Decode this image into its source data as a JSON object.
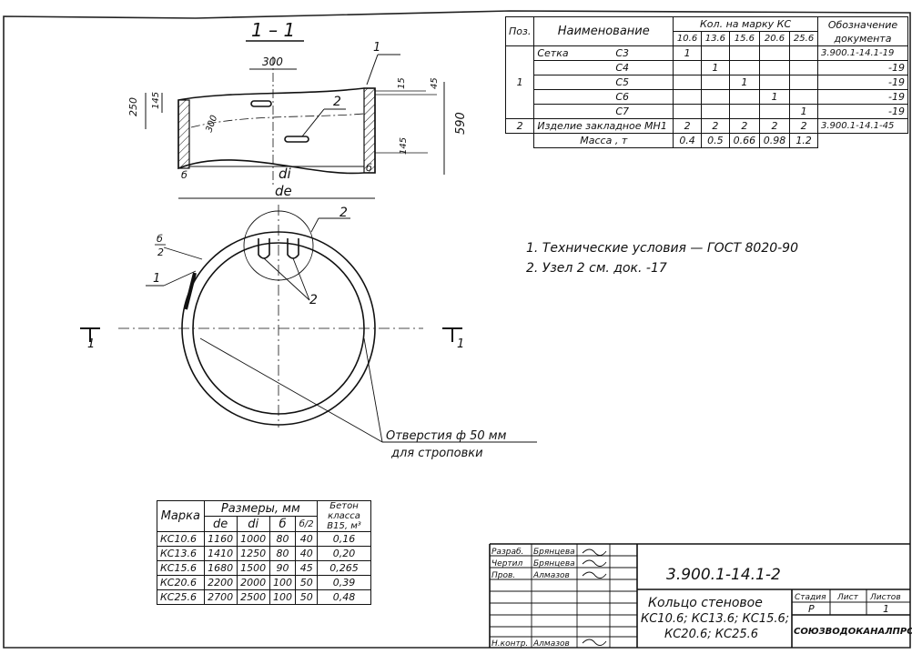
{
  "section_label": "1 – 1",
  "cut_label_left": "1",
  "cut_label_right": "1",
  "dimensions": {
    "d300": "300",
    "d250": "250",
    "d145a": "145",
    "d300s": "300",
    "d15": "15",
    "d45": "45",
    "d590": "590",
    "d145b": "145",
    "di": "di",
    "de": "de",
    "delta": "б",
    "pos1": "1",
    "pos2": "2",
    "pos2b": "2",
    "pos2c": "2",
    "pos1b": "1",
    "delta_frac_top": "б",
    "delta_frac_bot": "2"
  },
  "hole_label": {
    "line1": "Отверстия ф 50 мм",
    "line2": "для строповки"
  },
  "notes": [
    "1. Технические условия — ГОСТ 8020-90",
    "2. Узел 2 см. док. -17"
  ],
  "spec_table": {
    "headers": {
      "pos": "Поз.",
      "name": "Наименование",
      "qty": "Кол. на марку КС",
      "doc": "Обозначение документа"
    },
    "marks": [
      "10.6",
      "13.6",
      "15.6",
      "20.6",
      "25.6"
    ],
    "rows": [
      {
        "pos": "1",
        "name": "Сетка",
        "code": "С3",
        "q": [
          "1",
          "",
          "",
          "",
          ""
        ],
        "doc": "3.900.1-14.1-19"
      },
      {
        "pos": "",
        "name": "",
        "code": "С4",
        "q": [
          "",
          "1",
          "",
          "",
          ""
        ],
        "doc": "-19"
      },
      {
        "pos": "",
        "name": "",
        "code": "С5",
        "q": [
          "",
          "",
          "1",
          "",
          ""
        ],
        "doc": "-19"
      },
      {
        "pos": "",
        "name": "",
        "code": "С6",
        "q": [
          "",
          "",
          "",
          "1",
          ""
        ],
        "doc": "-19"
      },
      {
        "pos": "",
        "name": "",
        "code": "С7",
        "q": [
          "",
          "",
          "",
          "",
          "1"
        ],
        "doc": "-19"
      },
      {
        "pos": "2",
        "name": "Изделие закладное МН1",
        "code": "",
        "q": [
          "2",
          "2",
          "2",
          "2",
          "2"
        ],
        "doc": "3.900.1-14.1-45"
      }
    ],
    "mass_label": "Масса , т",
    "mass": [
      "0.4",
      "0.5",
      "0.66",
      "0.98",
      "1.2"
    ]
  },
  "dims_table": {
    "headers": {
      "mark": "Марка",
      "sizes": "Размеры, мм",
      "concrete": "Бетон класса В15, м³",
      "de": "de",
      "di": "di",
      "b": "б",
      "b2": "б/2"
    },
    "rows": [
      {
        "mark": "КС10.6",
        "de": "1160",
        "di": "1000",
        "b": "80",
        "b2": "40",
        "v": "0,16"
      },
      {
        "mark": "КС13.6",
        "de": "1410",
        "di": "1250",
        "b": "80",
        "b2": "40",
        "v": "0,20"
      },
      {
        "mark": "КС15.6",
        "de": "1680",
        "di": "1500",
        "b": "90",
        "b2": "45",
        "v": "0,265"
      },
      {
        "mark": "КС20.6",
        "de": "2200",
        "di": "2000",
        "b": "100",
        "b2": "50",
        "v": "0,39"
      },
      {
        "mark": "КС25.6",
        "de": "2700",
        "di": "2500",
        "b": "100",
        "b2": "50",
        "v": "0,48"
      }
    ]
  },
  "title_block": {
    "roles": [
      "Разраб.",
      "Чертил",
      "Пров."
    ],
    "names": [
      "Брянцева",
      "Брянцева",
      "Алмазов"
    ],
    "nkontr_role": "Н.контр.",
    "nkontr_name": "Алмазов",
    "doc_code": "3.900.1-14.1-2",
    "title_line1": "Кольцо стеновое",
    "title_line2": "КС10.6; КС13.6; КС15.6;",
    "title_line3": "КС20.6; КС25.6",
    "stage_label": "Стадия",
    "sheet_label": "Лист",
    "sheets_label": "Листов",
    "stage": "Р",
    "sheets": "1",
    "org": "СОЮЗВОДОКАНАЛПРОЕКТ"
  }
}
